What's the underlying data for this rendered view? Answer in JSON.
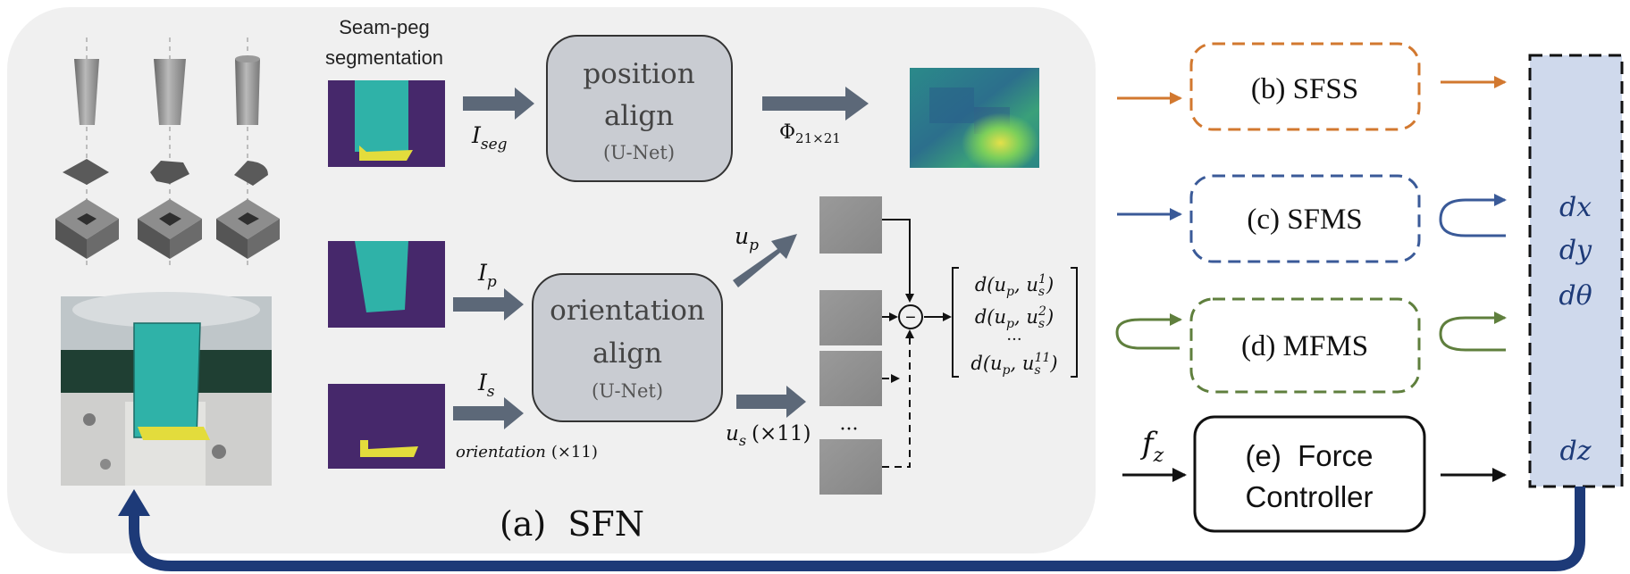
{
  "sfn": {
    "title": "(a)  SFN",
    "seg_caption_line1": "Seam-peg",
    "seg_caption_line2": "segmentation",
    "position_block": {
      "line1": "position",
      "line2": "align",
      "sub": "(U-Net)"
    },
    "orientation_block": {
      "line1": "orientation",
      "line2": "align",
      "sub": "(U-Net)"
    },
    "i_seg": "I",
    "i_seg_sub": "seg",
    "i_p": "I",
    "i_p_sub": "p",
    "i_s": "I",
    "i_s_sub": "s",
    "orientation_note": "orientation",
    "orientation_count": "(×11)",
    "phi": "Φ",
    "phi_sub": "21×21",
    "u_p": "u",
    "u_p_sub": "p",
    "u_s": "u",
    "u_s_sub": "s",
    "u_s_count": "(×11)",
    "ellipsis_mid": "···",
    "ellipsis_vec": "···",
    "minus": "−",
    "dist_1": {
      "d": "d(u",
      "p": "p",
      "mid": ", u",
      "s": "s",
      "sup": "1",
      "end": ")"
    },
    "dist_2": {
      "d": "d(u",
      "p": "p",
      "mid": ", u",
      "s": "s",
      "sup": "2",
      "end": ")"
    },
    "dist_3": {
      "d": "d(u",
      "p": "p",
      "mid": ", u",
      "s": "s",
      "sup": "11",
      "end": ")"
    }
  },
  "modules": {
    "sfss": "(b) SFSS",
    "sfms": "(c) SFMS",
    "mfms": "(d) MFMS",
    "force_line1": "(e)  Force",
    "force_line2": "Controller",
    "f_z": "f",
    "f_z_sub": "z"
  },
  "outputs": {
    "dx": "dx",
    "dy": "dy",
    "dtheta": "dθ",
    "dz": "dz"
  },
  "colors": {
    "sfss": "#d2782f",
    "sfms": "#3a5a98",
    "mfms": "#5f7f3d",
    "feedback": "#1d3a78",
    "output_bg": "#cfd9ec",
    "arrow_gray": "#5c6878",
    "panel_bg": "#f0f0f0",
    "block_fill": "#c9ccd2",
    "seg_bg": "#46286b",
    "peg": "#2fb2a8",
    "seam": "#e3dc3c"
  }
}
